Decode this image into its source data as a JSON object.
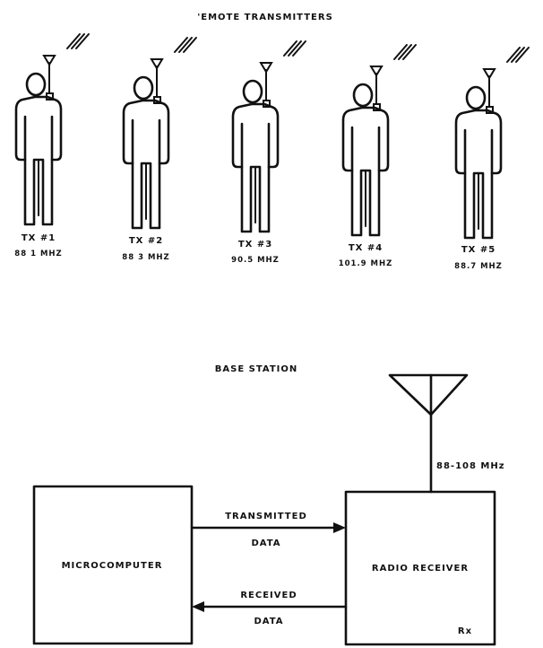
{
  "title_top": "'EMOTE TRANSMITTERS",
  "transmitters": [
    {
      "id": "TX #1",
      "freq": "88 1 MHZ"
    },
    {
      "id": "TX #2",
      "freq": "88 3 MHZ"
    },
    {
      "id": "TX #3",
      "freq": "90.5 MHZ"
    },
    {
      "id": "TX #4",
      "freq": "101.9 MHZ"
    },
    {
      "id": "TX #5",
      "freq": "88.7 MHZ"
    }
  ],
  "base_station": {
    "title": "BASE STATION",
    "antenna_band": "88-108 MHz",
    "microcomputer_label": "MICROCOMPUTER",
    "receiver_label": "RADIO RECEIVER",
    "receiver_tag": "Rx",
    "arrow_top_line1": "TRANSMITTED",
    "arrow_top_line2": "DATA",
    "arrow_bottom_line1": "RECEIVED",
    "arrow_bottom_line2": "DATA"
  }
}
